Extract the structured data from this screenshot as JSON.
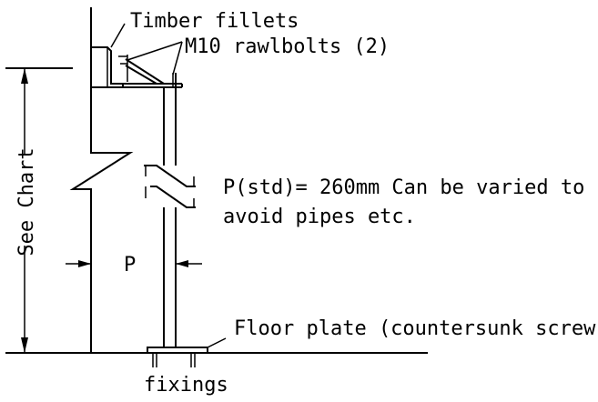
{
  "labels": {
    "timber_fillets": "Timber fillets",
    "rawlbolts": "M10 rawlbolts (2)",
    "see_chart": "See Chart",
    "p_symbol": "P",
    "p_std_line1": "P(std)= 260mm Can be varied to",
    "p_std_line2": "avoid pipes etc.",
    "floor_plate": "Floor plate (countersunk screw fixings)",
    "fixings": "fixings"
  },
  "colors": {
    "ink": "#000000",
    "paper": "#ffffff"
  }
}
